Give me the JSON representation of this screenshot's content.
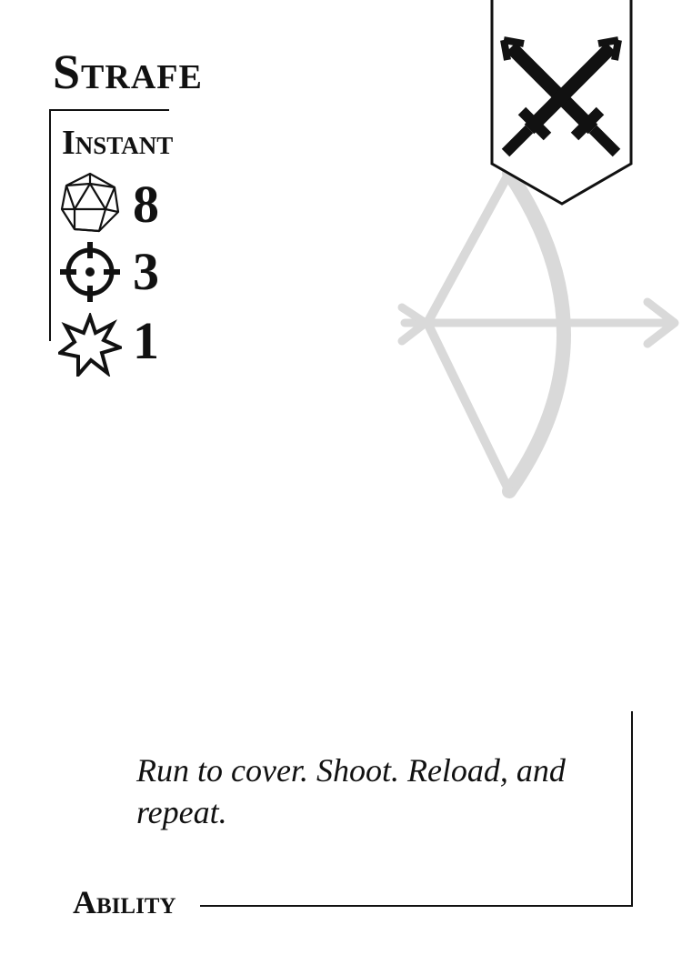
{
  "card": {
    "title": "Strafe",
    "type": "Instant",
    "stats": [
      {
        "icon": "d20-icon",
        "value": "8"
      },
      {
        "icon": "crosshair-icon",
        "value": "3"
      },
      {
        "icon": "burst-icon",
        "value": "1"
      }
    ],
    "banner_icon": "crossed-swords-icon",
    "background_art": "bow-and-arrow-icon",
    "flavor_text": "Run to cover. Shoot. Reload, and repeat.",
    "footer_label": "Ability"
  },
  "colors": {
    "ink": "#111111",
    "background": "#ffffff",
    "art_gray": "#d9d9d9"
  }
}
